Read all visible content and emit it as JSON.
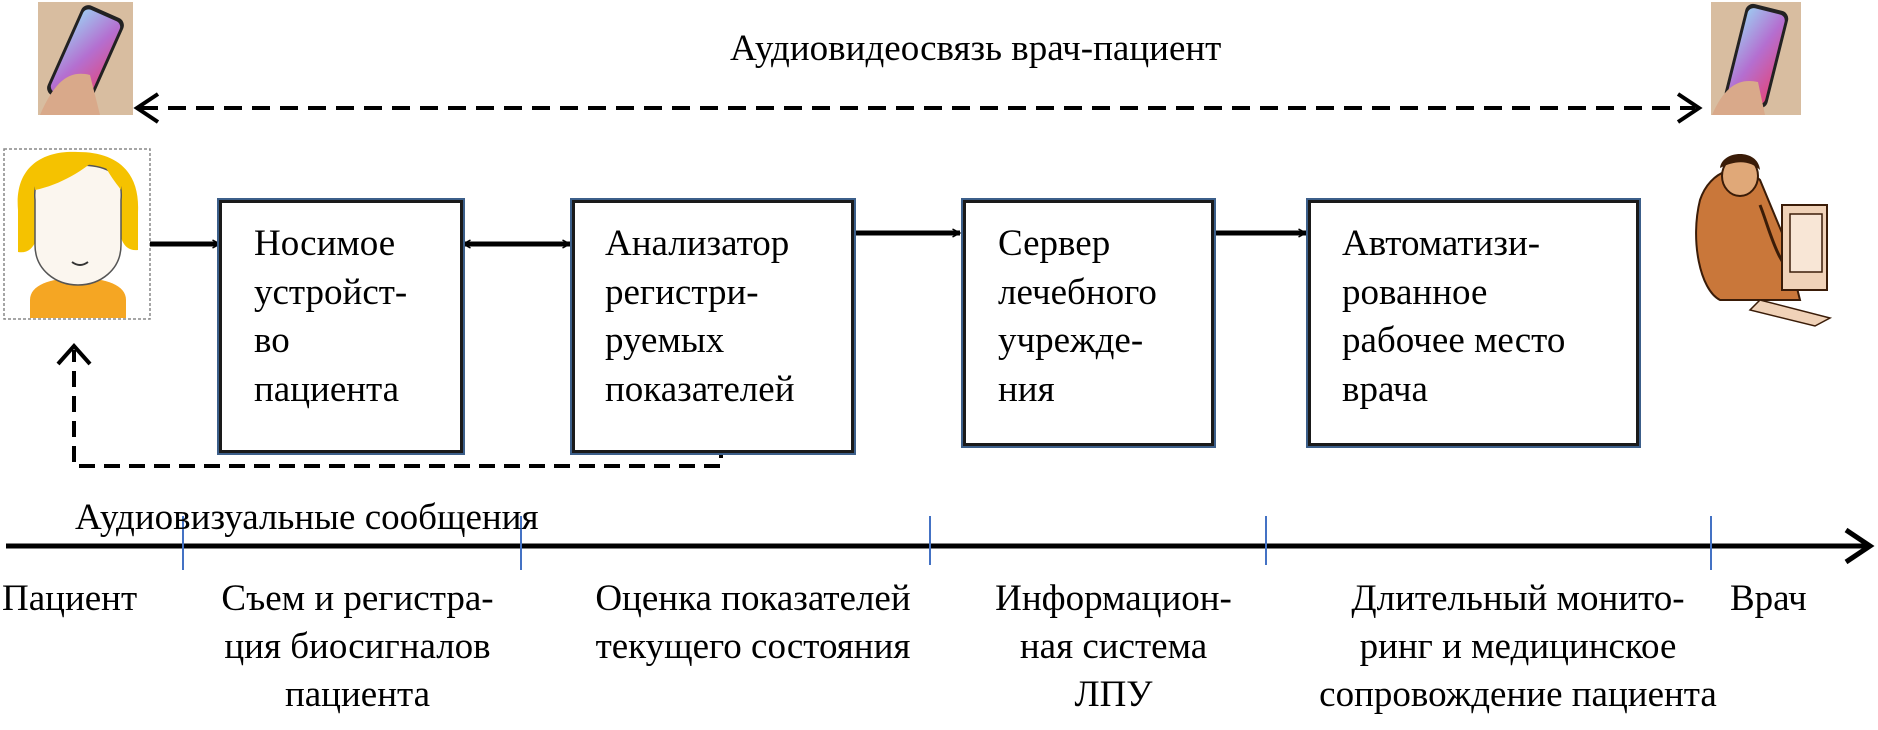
{
  "top_link": "Аудиовидеосвязь врач-пациент",
  "feedback_label": "Аудиовизуальные сообщения",
  "boxes": [
    {
      "text": "Носимое\nустройст-\nво\nпациента"
    },
    {
      "text": "Анализатор\nрегистри-\nруемых\nпоказателей"
    },
    {
      "text": "Сервер\nлечебного\nучрежде-\nния"
    },
    {
      "text": "Автоматизи-\nрованное\nрабочее место\nврача"
    }
  ],
  "stages": [
    "Пациент",
    "Съем и регистра-\nция биосигналов\nпациента",
    "Оценка показателей\nтекущего состояния",
    "Информацион-\nная система\nЛПУ",
    "Длительный монито-\nринг и медицинское\nсопровождение пациента",
    "Врач"
  ],
  "icons": [
    "smartphone-icon",
    "smartphone-icon",
    "patient-avatar-icon",
    "doctor-at-computer-icon"
  ],
  "colors": {
    "tick": "#4472c4",
    "box_outline": "#3c5f8a",
    "hair": "#f5c200",
    "phone_screen": "#d04a86"
  }
}
